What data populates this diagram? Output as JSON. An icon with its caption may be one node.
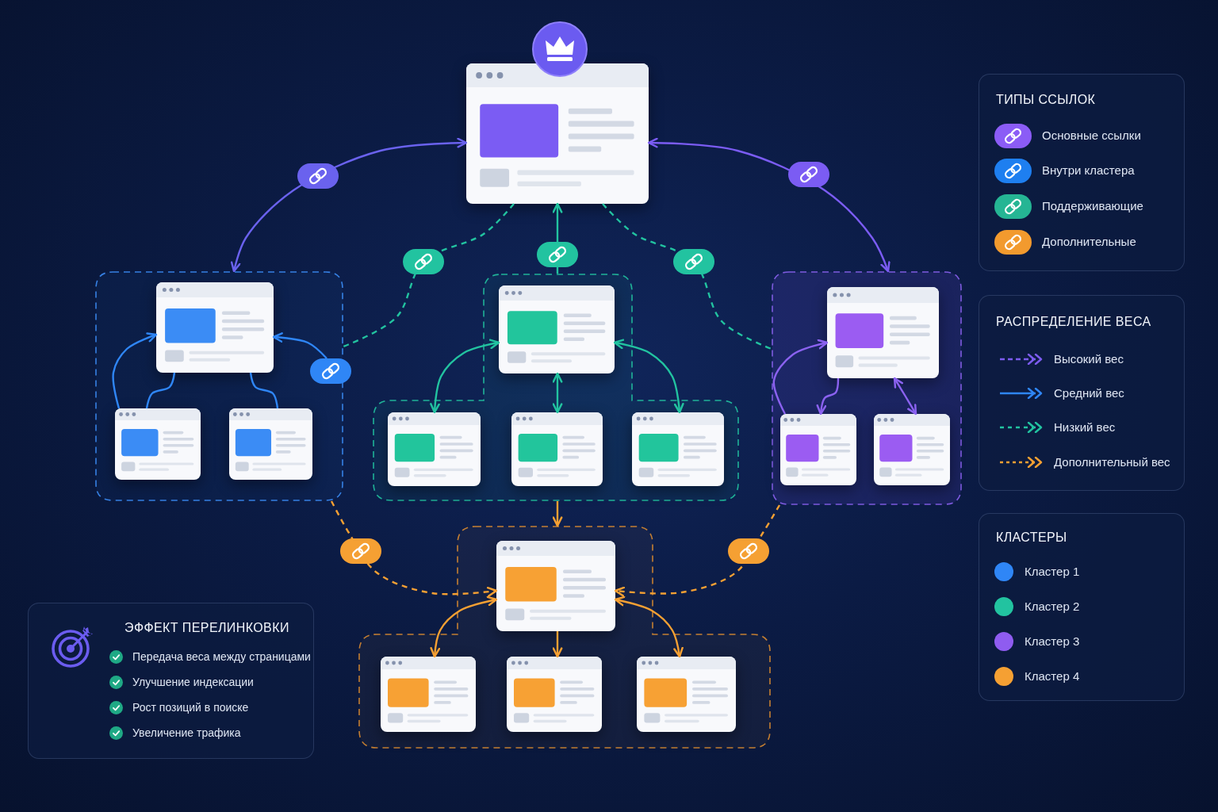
{
  "diagram": {
    "nodes": [
      {
        "text": [],
        "shape": "picture"
      },
      {
        "text": [],
        "shape": "box"
      },
      {
        "text": [],
        "shape": "picture",
        "in": 1
      },
      {
        "text": [],
        "shape": "picture",
        "in": 1
      },
      {
        "text": [],
        "shape": "picture",
        "in": 1
      },
      {
        "text": [],
        "shape": "box"
      },
      {
        "text": [],
        "shape": "picture",
        "in": 5
      },
      {
        "text": [],
        "shape": "picture",
        "in": 5
      },
      {
        "text": [],
        "shape": "picture",
        "in": 5
      },
      {
        "text": [],
        "shape": "picture",
        "in": 5
      },
      {
        "text": [],
        "shape": "box"
      },
      {
        "text": [],
        "shape": "picture",
        "in": 10
      },
      {
        "text": [],
        "shape": "picture",
        "in": 10
      },
      {
        "text": [],
        "shape": "picture",
        "in": 10
      },
      {
        "text": [],
        "shape": "box"
      },
      {
        "text": [],
        "shape": "picture",
        "in": 14
      },
      {
        "text": [],
        "shape": "picture",
        "in": 14
      },
      {
        "text": [],
        "shape": "picture",
        "in": 14
      },
      {
        "text": [],
        "shape": "picture",
        "in": 14
      },
      {
        "text": [
          "ТИПЫ ССЫЛОК"
        ]
      },
      {
        "text": [
          "РАСПРЕДЕЛЕНИЕ ВЕСА"
        ]
      },
      {
        "text": [
          "КЛАСТЕРЫ"
        ]
      },
      {
        "text": [
          "ЭФФЕКТ ПЕРЕЛИНКОВКИ",
          "Передача веса между страницами",
          "Улучшение индексации",
          "Рост позиций в поиске",
          "Увеличение трафика"
        ]
      }
    ],
    "edges": [
      {
        "from": 0,
        "to": 1,
        "arrow": "both",
        "color": "#6a62ee"
      },
      {
        "from": 0,
        "to": 10,
        "arrow": "both",
        "color": "#7b5cf3"
      },
      {
        "from": 0,
        "to": 1,
        "arrow": "none",
        "style": "dashed",
        "color": "#22c3a0"
      },
      {
        "from": 0,
        "to": 10,
        "arrow": "none",
        "style": "dashed",
        "color": "#22c3a0"
      },
      {
        "from": 5,
        "to": 0,
        "arrow": "to",
        "color": "#22c3a0"
      },
      {
        "from": 3,
        "to": 2,
        "arrow": "to",
        "color": "#2f86f6"
      },
      {
        "from": 2,
        "to": 3,
        "arrow": "none",
        "color": "#2f86f6"
      },
      {
        "from": 2,
        "to": 4,
        "arrow": "none",
        "color": "#2f86f6"
      },
      {
        "from": null,
        "to": 2,
        "arrow": "to",
        "color": "#2f86f6"
      },
      {
        "from": 6,
        "to": 7,
        "arrow": "both",
        "color": "#22c3a0"
      },
      {
        "from": 6,
        "to": 8,
        "arrow": "both",
        "color": "#22c3a0"
      },
      {
        "from": 6,
        "to": 9,
        "arrow": "both",
        "color": "#22c3a0"
      },
      {
        "from": 12,
        "to": 11,
        "arrow": "to",
        "color": "#8b62f0"
      },
      {
        "from": 11,
        "to": 12,
        "arrow": "to",
        "color": "#8b62f0"
      },
      {
        "from": 11,
        "to": 13,
        "arrow": "both",
        "color": "#8b62f0"
      },
      {
        "from": 5,
        "to": 14,
        "arrow": "to",
        "color": "#f5a033"
      },
      {
        "from": 1,
        "to": 15,
        "arrow": "to",
        "style": "dashed",
        "color": "#f5a033"
      },
      {
        "from": 10,
        "to": 15,
        "arrow": "to",
        "style": "dashed",
        "color": "#f5a033"
      },
      {
        "from": 15,
        "to": 16,
        "arrow": "both",
        "color": "#f5a033"
      },
      {
        "from": 15,
        "to": 17,
        "arrow": "to",
        "color": "#f5a033"
      },
      {
        "from": 15,
        "to": 18,
        "arrow": "both",
        "color": "#f5a033"
      }
    ],
    "legend": [
      {
        "text": "Основные ссылки",
        "color": "#8b5cf6"
      },
      {
        "text": "Внутри кластера",
        "color": "#1e7ff0"
      },
      {
        "text": "Поддерживающие",
        "color": "#25b594"
      },
      {
        "text": "Дополнительные",
        "color": "#f29a2e"
      },
      {
        "text": "Высокий вес"
      },
      {
        "text": "Средний вес"
      },
      {
        "text": "Низкий вес"
      },
      {
        "text": "Дополнительный вес"
      },
      {
        "text": "Кластер 1",
        "color": "#2f86f6"
      },
      {
        "text": "Кластер 2",
        "color": "#22c3a0"
      },
      {
        "text": "Кластер 3",
        "color": "#8f5cf0"
      },
      {
        "text": "Кластер 4",
        "color": "#f5a033"
      }
    ]
  }
}
